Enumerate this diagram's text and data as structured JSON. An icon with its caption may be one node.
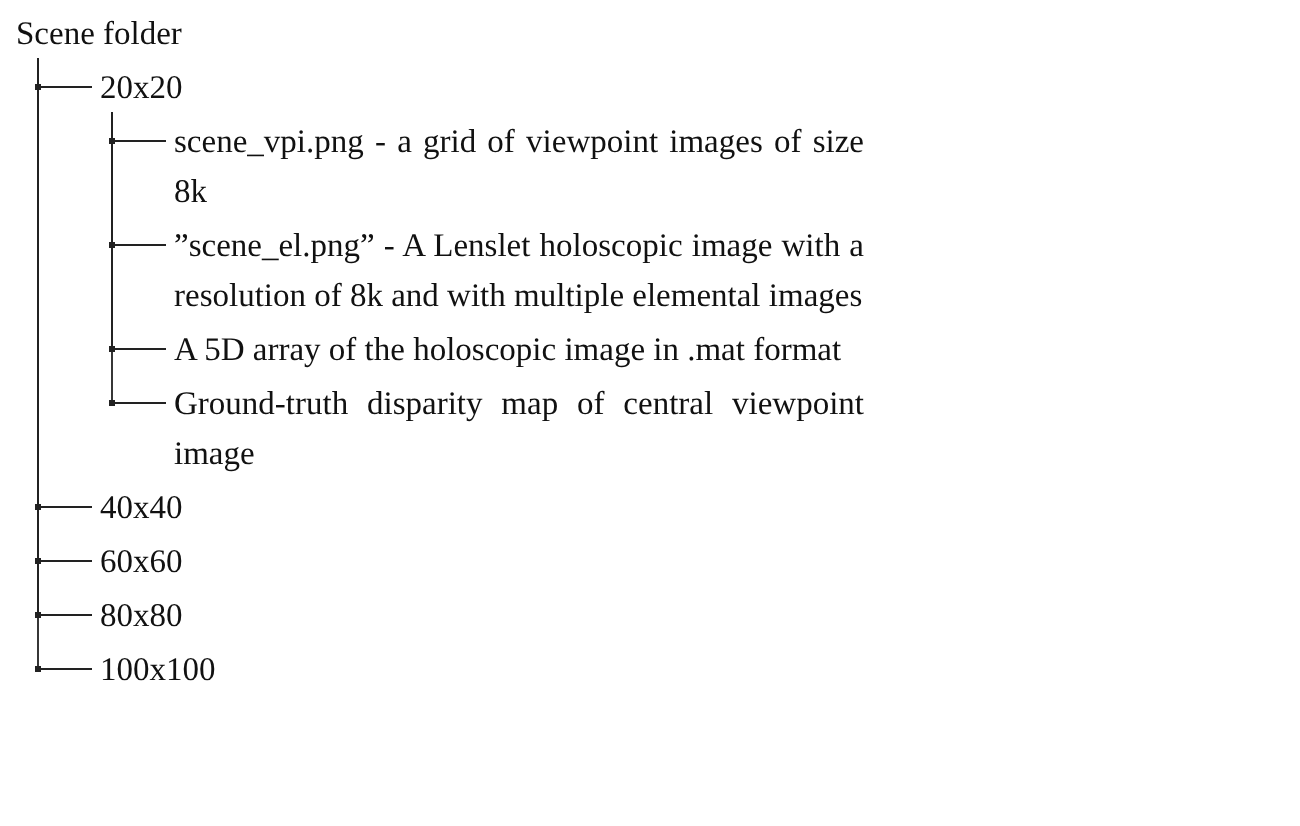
{
  "diagram": {
    "nodes": [
      {
        "text": [
          "Scene folder"
        ]
      },
      {
        "text": [
          "20x20"
        ]
      },
      {
        "text": [
          "scene_vpi.png - a grid of viewpoint images of size 8k"
        ]
      },
      {
        "text": [
          "”scene_el.png” - A Lenslet holoscopic image with a resolution of 8k and with multiple elemental images"
        ]
      },
      {
        "text": [
          "A 5D array of the holoscopic image in .mat format"
        ]
      },
      {
        "text": [
          "Ground-truth disparity map of central viewpoint image"
        ]
      },
      {
        "text": [
          "40x40"
        ]
      },
      {
        "text": [
          "60x60"
        ]
      },
      {
        "text": [
          "80x80"
        ]
      },
      {
        "text": [
          "100x100"
        ]
      }
    ],
    "edges": [
      {
        "from": 0,
        "to": 1,
        "arrow": "none"
      },
      {
        "from": 1,
        "to": 2,
        "arrow": "none"
      },
      {
        "from": 1,
        "to": 3,
        "arrow": "none"
      },
      {
        "from": 1,
        "to": 4,
        "arrow": "none"
      },
      {
        "from": 1,
        "to": 5,
        "arrow": "none"
      },
      {
        "from": 0,
        "to": 6,
        "arrow": "none"
      },
      {
        "from": 0,
        "to": 7,
        "arrow": "none"
      },
      {
        "from": 0,
        "to": 8,
        "arrow": "none"
      },
      {
        "from": 0,
        "to": 9,
        "arrow": "none"
      }
    ]
  }
}
